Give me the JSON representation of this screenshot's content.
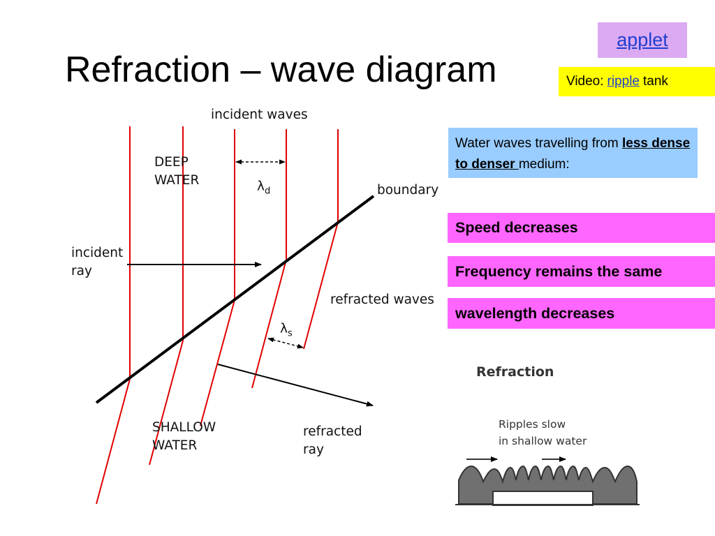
{
  "slide": {
    "title": "Refraction – wave diagram",
    "applet_label": "applet",
    "video": {
      "prefix": "Video:",
      "link": "ripple",
      "suffix": "tank"
    },
    "description": {
      "before": "Water waves travelling from ",
      "bold": "less dense to denser ",
      "after": "medium:"
    },
    "statements": [
      "Speed decreases",
      "Frequency remains the same",
      "wavelength decreases"
    ],
    "colors": {
      "applet_bg": "#dcaaf2",
      "video_bg": "#ffff00",
      "desc_bg": "#99ccff",
      "statement_bg": "#ff66ff",
      "wavefront": "#e00000",
      "link": "#1f3fd0"
    }
  },
  "diagram": {
    "incident_waves": "incident waves",
    "deep_line1": "DEEP",
    "deep_line2": "WATER",
    "lambda_d": "λ",
    "lambda_d_sub": "d",
    "boundary": "boundary",
    "incident_ray_line1": "incident",
    "incident_ray_line2": "ray",
    "refracted_waves": "refracted waves",
    "lambda_s": "λ",
    "lambda_s_sub": "s",
    "shallow_line1": "SHALLOW",
    "shallow_line2": "WATER",
    "refracted_ray_line1": "refracted",
    "refracted_ray_line2": "ray"
  },
  "ripple_figure": {
    "title": "Refraction",
    "caption_line1": "Ripples slow",
    "caption_line2": "in shallow water"
  }
}
